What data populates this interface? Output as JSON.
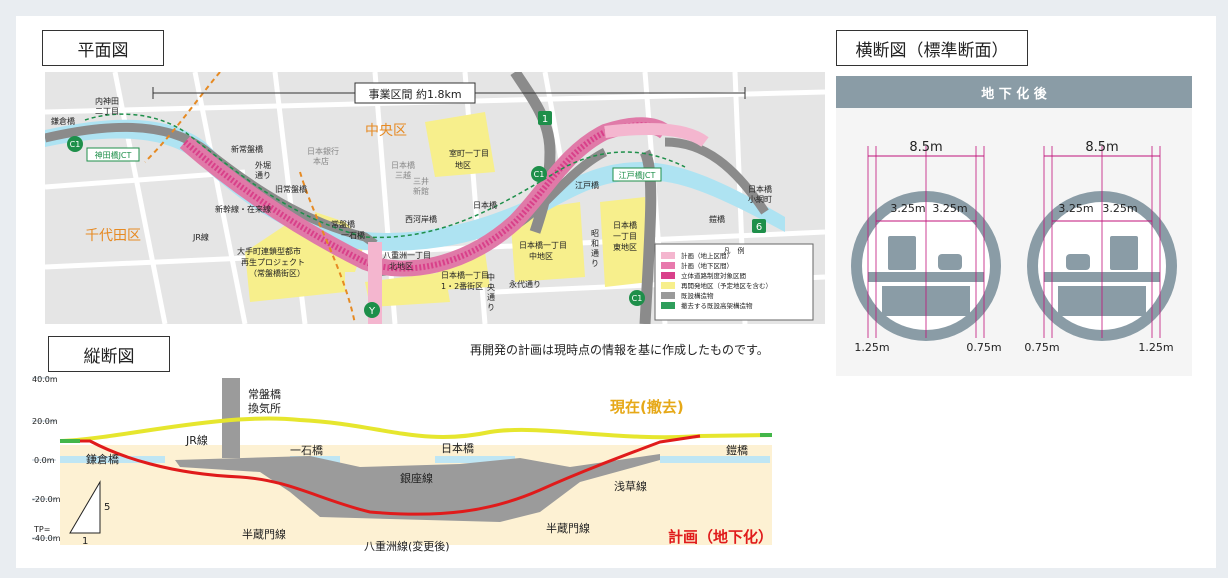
{
  "headings": {
    "plan": "平面図",
    "longitudinal": "縦断図",
    "cross": "横断図（標準断面）"
  },
  "plan_map": {
    "project_span": "事業区間 約1.8km",
    "areas": {
      "chuo": "中央区",
      "chiyoda": "千代田区"
    },
    "places": {
      "kamakura": "鎌倉橋",
      "uchikanda_1": "内神田",
      "uchikanda_2": "二丁目",
      "shinjokiban": "新常盤橋",
      "sotobori_1": "外堀",
      "sotobori_2": "通り",
      "old_tokiwa": "旧常盤橋",
      "boj_1": "日本銀行",
      "boj_2": "本店",
      "nihonbashi_mitsukoshi_1": "日本橋",
      "nihonbashi_mitsukoshi_2": "三越",
      "mitsui_1": "三井",
      "mitsui_2": "新館",
      "muromachi_1": "室町一丁目",
      "muromachi_2": "地区",
      "tokiwabashi": "常盤橋",
      "ichikoku": "一石橋",
      "nishigashi": "西河岸橋",
      "nihonbashi": "日本橋",
      "edobashi": "江戸橋",
      "nihonbashi_koami_1": "日本橋",
      "nihonbashi_koami_2": "小網町",
      "yoroi": "鎧橋",
      "shinkansen": "新幹線・在来線",
      "jr": "JR線",
      "otemachi_1": "大手町連鎖型都市",
      "otemachi_2": "再生プロジェクト",
      "otemachi_3": "（常盤橋街区）",
      "yaesu_1": "八重洲一丁目",
      "yaesu_2": "北地区",
      "nb1_12_1": "日本橋一丁目",
      "nb1_12_2": "1・2番街区",
      "nb1_naka_1": "日本橋一丁目",
      "nb1_naka_2": "中地区",
      "nb1_east_1": "日本橋",
      "nb1_east_2": "一丁目",
      "nb1_east_3": "東地区",
      "showa_1": "昭",
      "showa_2": "和",
      "showa_3": "通",
      "showa_4": "り",
      "chuo_dori_1": "中",
      "chuo_dori_2": "央",
      "chuo_dori_3": "通",
      "chuo_dori_4": "り",
      "eitai": "永代通り",
      "kandabashi_jct": "神田橋JCT",
      "edobashi_jct": "江戸橋JCT"
    },
    "route_badges": {
      "c1": "C1",
      "r1": "1",
      "r6": "6",
      "y": "Y"
    },
    "legend": {
      "title": "凡　例",
      "items": [
        {
          "label": "計画（地上区間）",
          "color": "#f4b6cf"
        },
        {
          "label": "計画（地下区間）",
          "color": "#e879ad"
        },
        {
          "label": "立体道路制度対象区間",
          "color": "#d9408a"
        },
        {
          "label": "再開発地区（予定地区を含む）",
          "color": "#f7ef8c"
        },
        {
          "label": "既設構造物",
          "color": "#9a9a9a"
        },
        {
          "label": "撤去する既設高架構造物",
          "color": "#2e9e5b"
        }
      ]
    },
    "colors": {
      "map_bg": "#e5e5e5",
      "river": "#aee3f2",
      "highway": "#8b8b8b",
      "plan_surface": "#f4b6cf",
      "plan_underground": "#e07aa8",
      "redevelopment": "#f7ef8c",
      "green": "#1e8f4a",
      "orange": "#e68a23"
    }
  },
  "note": "再開発の計画は現時点の情報を基に作成したものです。",
  "profile": {
    "elevations": [
      "40.0m",
      "20.0m",
      "0.0m",
      "-20.0m",
      "-40.0m"
    ],
    "tp": "TP=",
    "ventilation_1": "常盤橋",
    "ventilation_2": "換気所",
    "jr": "JR線",
    "kamakura": "鎌倉橋",
    "ichikoku": "一石橋",
    "nihonbashi": "日本橋",
    "yoroi": "鎧橋",
    "ginza": "銀座線",
    "asakusa": "浅草線",
    "hanzomon_a": "半蔵門線",
    "hanzomon_b": "半蔵門線",
    "yaesu": "八重洲線(変更後)",
    "current": "現在(撤去)",
    "plan": "計画（地下化）",
    "slope_v": "5",
    "slope_h": "1",
    "colors": {
      "current": "#e6e62e",
      "plan": "#e01b1b",
      "current_text": "#e6a817",
      "structure": "#9b9b9b",
      "ground": "#fdf1d3"
    }
  },
  "cross_section": {
    "header": "地 下 化 後",
    "header_color": "#8a9ca6",
    "width": "8.5m",
    "lane": "3.25m",
    "shoulder_left": "1.25m",
    "shoulder_right": "0.75m"
  }
}
